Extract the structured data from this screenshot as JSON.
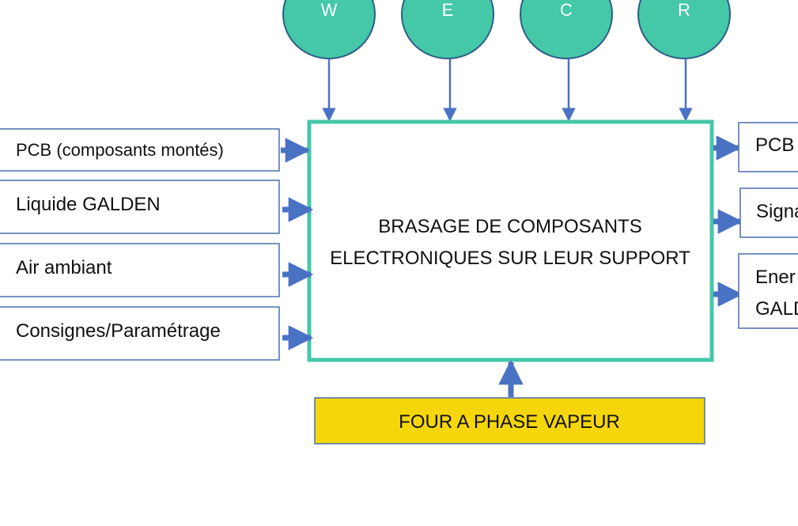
{
  "colors": {
    "circle_fill": "#44c8a8",
    "circle_stroke": "#2e5f86",
    "main_box_stroke": "#44c8a8",
    "input_box_stroke": "#4a6fad",
    "arrow": "#4a72c4",
    "machine_fill": "#f5d60a"
  },
  "controls": [
    {
      "letter": "W"
    },
    {
      "letter": "E"
    },
    {
      "letter": "C"
    },
    {
      "letter": "R"
    }
  ],
  "inputs": [
    {
      "label": "PCB (composants montés)"
    },
    {
      "label": "Liquide GALDEN"
    },
    {
      "label": "Air ambiant"
    },
    {
      "label": "Consignes/Paramétrage"
    }
  ],
  "main_function": {
    "line1": "BRASAGE DE COMPOSANTS",
    "line2": "ELECTRONIQUES SUR LEUR SUPPORT"
  },
  "outputs": [
    {
      "lines": [
        "PCB"
      ]
    },
    {
      "lines": [
        "Signa"
      ]
    },
    {
      "lines": [
        "Ener",
        "GALD"
      ]
    }
  ],
  "machine": {
    "label": "FOUR A PHASE VAPEUR"
  }
}
